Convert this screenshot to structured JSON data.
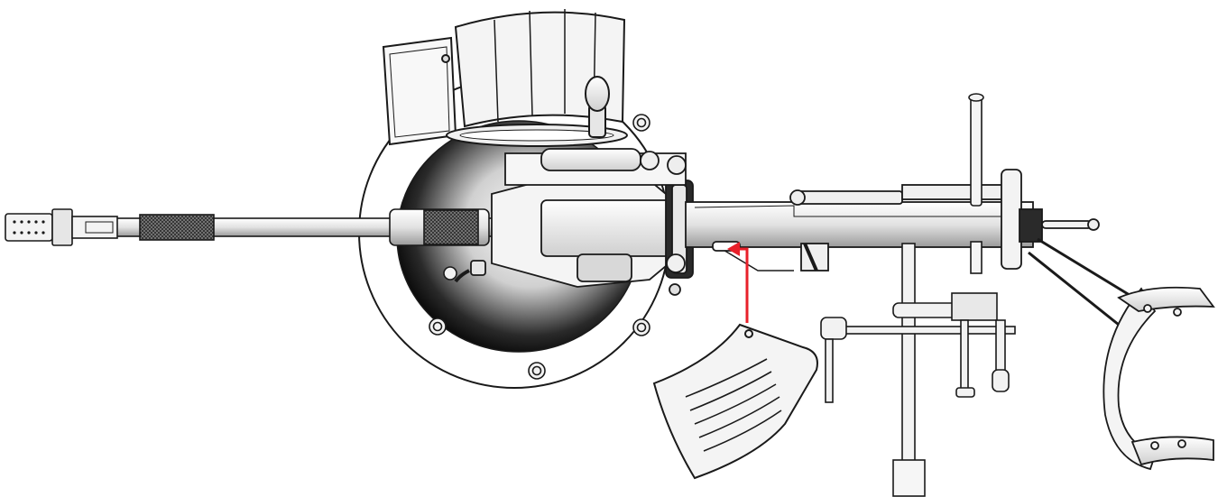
{
  "diagram": {
    "style": "technical line illustration, top view",
    "line_color": "#1a1a1a",
    "fill_color": "#f2f2f2",
    "shade_color": "#7a7a7a",
    "highlight_color": "#e8202a",
    "callout": {
      "points_to": "magazine-well",
      "from": "magazine",
      "label": ""
    },
    "parts": [
      "muzzle-brake",
      "barrel",
      "barrel-jacket",
      "gun-shield",
      "rotating-mount-plate",
      "elevation-handwheel",
      "receiver",
      "magazine",
      "cocking-handle",
      "traverse-handle-assembly",
      "shoulder-rest"
    ]
  }
}
